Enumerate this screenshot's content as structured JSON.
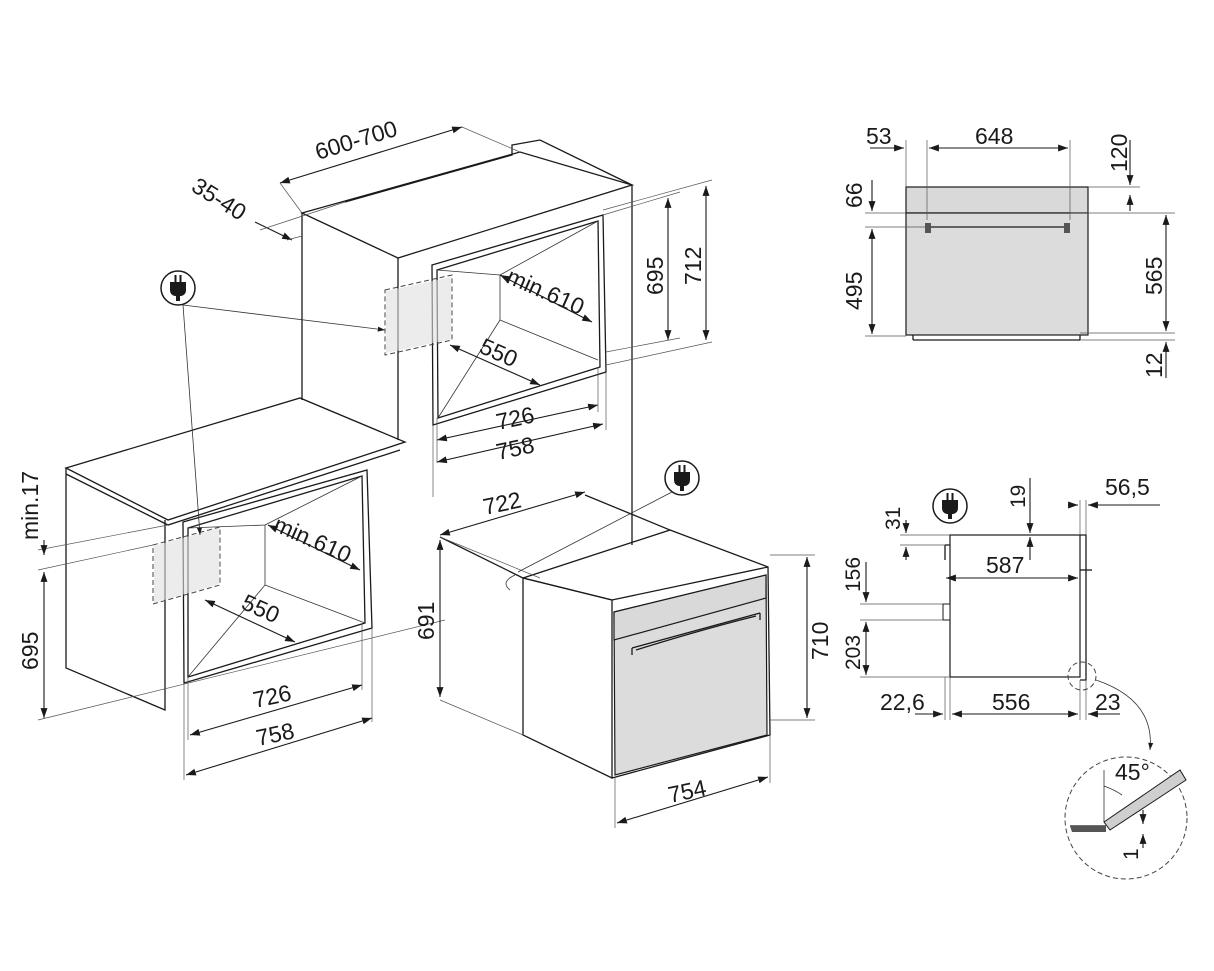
{
  "dimensions": {
    "niche_depth": "600-700",
    "gap_rear": "35-40",
    "tall_inner_height": "695",
    "tall_outer_height": "712",
    "tall_min_depth": "min.610",
    "tall_floor_depth": "550",
    "tall_inner_width": "726",
    "tall_outer_width": "758",
    "under_min_top": "min.17",
    "under_height": "695",
    "under_min_depth": "min.610",
    "under_floor_depth": "550",
    "under_inner_width": "726",
    "under_outer_width": "758",
    "oven_depth": "722",
    "oven_body_height": "691",
    "oven_front_height": "710",
    "oven_front_width": "754",
    "front_left_margin": "53",
    "front_width": "648",
    "front_top_clear": "120",
    "front_panel": "66",
    "front_door": "495",
    "front_height": "565",
    "front_bottom": "12",
    "side_top_offset": "31",
    "side_top_gap": "19",
    "side_door_depth": "56,5",
    "side_body_depth": "587",
    "side_panel": "156",
    "side_socket": "203",
    "side_front": "22,6",
    "side_depth": "556",
    "side_rear": "23",
    "detail_angle": "45°",
    "detail_gap": "1"
  },
  "icons": {
    "plug": "plug-icon"
  }
}
